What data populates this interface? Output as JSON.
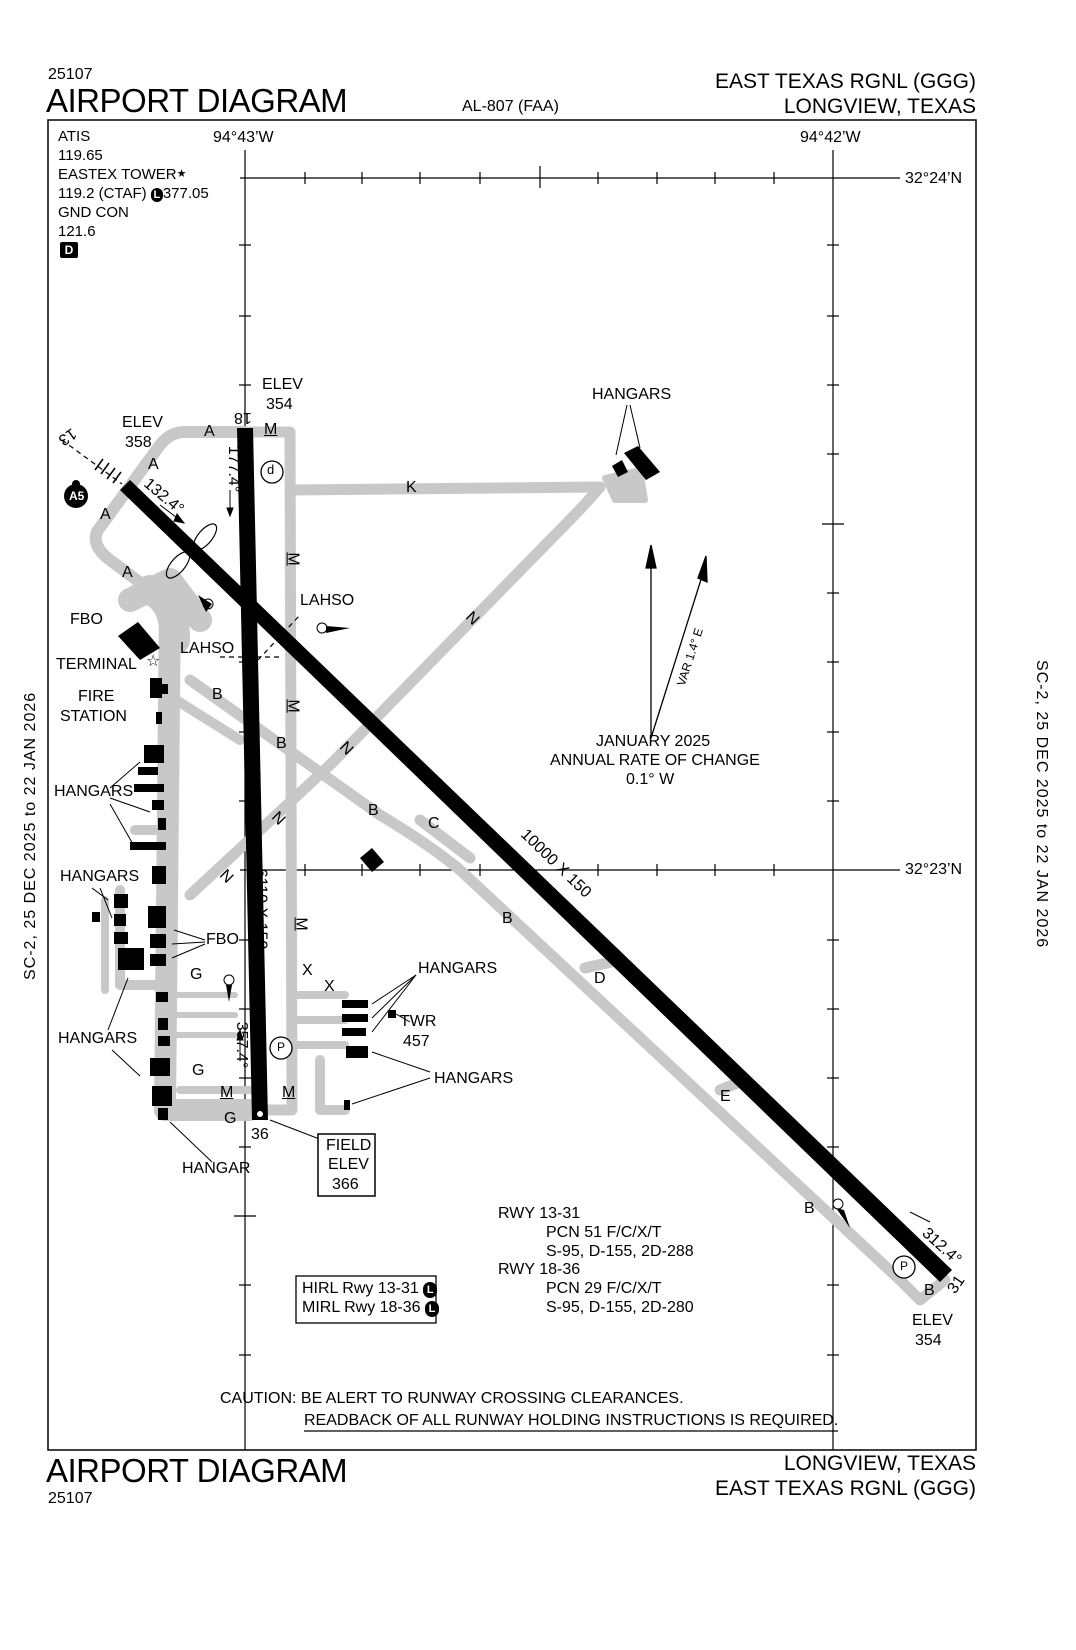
{
  "header": {
    "chart_number_top": "25107",
    "title_top": "AIRPORT DIAGRAM",
    "procedure_id": "AL-807 (FAA)",
    "airport_name_top": "EAST TEXAS RGNL (GGG)",
    "city_top": "LONGVIEW, TEXAS"
  },
  "footer": {
    "title_bottom": "AIRPORT DIAGRAM",
    "chart_number_bottom": "25107",
    "city_bottom": "LONGVIEW, TEXAS",
    "airport_name_bottom": "EAST TEXAS RGNL (GGG)"
  },
  "margins": {
    "left_validity": "SC-2,  25 DEC 2025  to  22 JAN 2026",
    "right_validity": "SC-2,  25 DEC 2025  to  22 JAN 2026"
  },
  "frequencies": {
    "atis_label": "ATIS",
    "atis_freq": "119.65",
    "tower_label": "EASTEX TOWER",
    "tower_star": "★",
    "tower_freq_a": "119.2 (CTAF)",
    "tower_badge": "L",
    "tower_freq_b": "377.05",
    "gnd_label": "GND CON",
    "gnd_freq": "121.6",
    "d_badge": "D"
  },
  "coordinates": {
    "lon_west": "94°43’W",
    "lon_east": "94°42’W",
    "lat_top": "32°24’N",
    "lat_mid": "32°23’N"
  },
  "runways": {
    "rwy18_num": "18",
    "rwy36_num": "36",
    "rwy13_num": "13",
    "rwy31_num": "31",
    "rwy18_36_dims": "6110 X 150",
    "rwy13_31_dims": "10000 X 150",
    "hdg_177": "177.4°",
    "hdg_357": "357.4°",
    "hdg_132": "132.4°",
    "hdg_312": "312.4°",
    "elev_label": "ELEV",
    "elev_354": "354",
    "elev_358": "358"
  },
  "taxiways": {
    "a": "A",
    "b": "B",
    "c": "C",
    "d": "D",
    "e": "E",
    "g": "G",
    "k": "K",
    "m": "M",
    "n": "N",
    "x": "X"
  },
  "labels": {
    "hangars": "HANGARS",
    "hangar": "HANGAR",
    "fbo": "FBO",
    "terminal": "TERMINAL",
    "fire": "FIRE",
    "station": "STATION",
    "lahso": "LAHSO",
    "twr": "TWR",
    "twr_elev": "457",
    "field": "FIELD",
    "field_elev_word": "ELEV",
    "field_elev": "366",
    "p": "P",
    "d_lower": "d",
    "a5": "A5"
  },
  "magvar": {
    "var": "VAR 1.4° E",
    "line1": "JANUARY 2025",
    "line2": "ANNUAL RATE OF CHANGE",
    "line3": "0.1° W"
  },
  "pavement": {
    "rwy1331": "RWY 13-31",
    "pcn1": "PCN 51 F/C/X/T",
    "wt1": "S-95, D-155, 2D-288",
    "rwy1836": "RWY 18-36",
    "pcn2": "PCN 29 F/C/X/T",
    "wt2": "S-95, D-155, 2D-280"
  },
  "lighting": {
    "hirl": "HIRL Rwy 13-31",
    "mirl": "MIRL Rwy 18-36",
    "badge": "L"
  },
  "caution": {
    "line1": "CAUTION: BE ALERT TO RUNWAY CROSSING CLEARANCES.",
    "line2": "READBACK OF ALL RUNWAY HOLDING INSTRUCTIONS IS REQUIRED."
  }
}
